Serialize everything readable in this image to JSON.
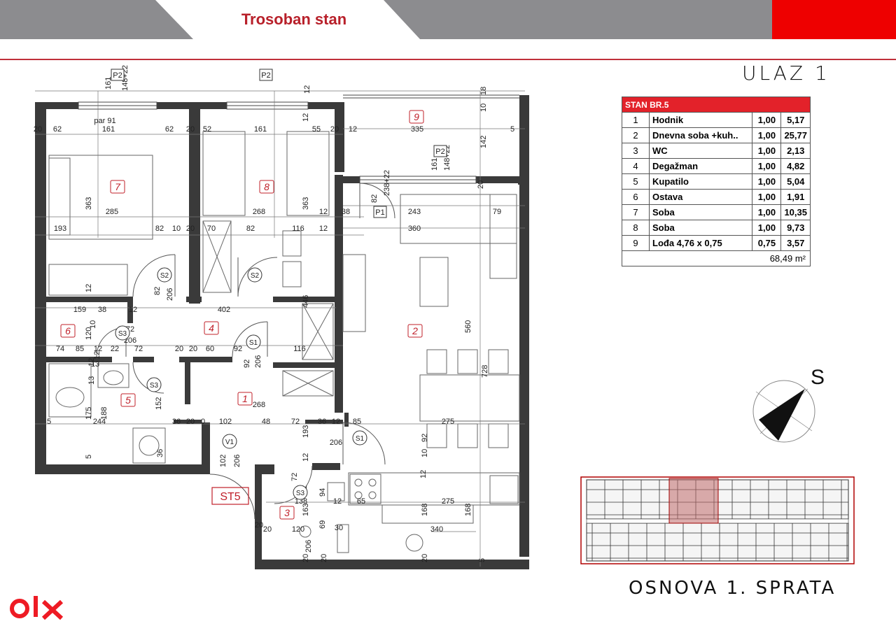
{
  "header": {
    "title": "Trosoban  stan"
  },
  "entrance": "ULAZ 1",
  "floor_title": "OSNOVA 1. SPRATA",
  "compass_label": "S",
  "logo": "olx",
  "colors": {
    "accent_red": "#ee0000",
    "header_gray": "#8c8c8f",
    "label_red": "#c0202a",
    "wall": "#333333"
  },
  "area_table": {
    "title": "STAN BR.5",
    "rows": [
      {
        "num": "1",
        "name": "Hodnik",
        "coef": "1,00",
        "area": "5,17"
      },
      {
        "num": "2",
        "name": "Dnevna soba +kuh..",
        "coef": "1,00",
        "area": "25,77"
      },
      {
        "num": "3",
        "name": "WC",
        "coef": "1,00",
        "area": "2,13"
      },
      {
        "num": "4",
        "name": "Degažman",
        "coef": "1,00",
        "area": "4,82"
      },
      {
        "num": "5",
        "name": "Kupatilo",
        "coef": "1,00",
        "area": "5,04"
      },
      {
        "num": "6",
        "name": "Ostava",
        "coef": "1,00",
        "area": "1,91"
      },
      {
        "num": "7",
        "name": "Soba",
        "coef": "1,00",
        "area": "10,35"
      },
      {
        "num": "8",
        "name": "Soba",
        "coef": "1,00",
        "area": "9,73"
      },
      {
        "num": "9",
        "name": "Lođa 4,76 x 0,75",
        "coef": "0,75",
        "area": "3,57"
      }
    ],
    "total": "68,49 m²"
  },
  "room_tags": [
    "7",
    "8",
    "9",
    "2",
    "4",
    "6",
    "5",
    "1",
    "3"
  ],
  "entry_tag": "ST5",
  "window_tags": [
    "P2",
    "P2",
    "P2",
    "P1"
  ],
  "door_tags": [
    "S2",
    "S2",
    "S3",
    "S1",
    "S3",
    "S1",
    "S3",
    "V1"
  ],
  "dimensions": [
    "161",
    "148+22",
    "par 91",
    "20",
    "62",
    "161",
    "62",
    "20",
    "52",
    "161",
    "55",
    "20",
    "12",
    "335",
    "5",
    "10",
    "18",
    "142",
    "12",
    "12",
    "238+22",
    "82",
    "148+22",
    "161",
    "20",
    "363",
    "285",
    "268",
    "363",
    "12",
    "38",
    "243",
    "79",
    "193",
    "82",
    "10",
    "20",
    "70",
    "82",
    "116",
    "12",
    "360",
    "12",
    "82",
    "206",
    "446",
    "159",
    "38",
    "12",
    "402",
    "120",
    "72",
    "206",
    "74",
    "85",
    "12",
    "22",
    "72",
    "20",
    "20",
    "60",
    "92",
    "92",
    "206",
    "116",
    "560",
    "728",
    "13",
    "12",
    "152",
    "188",
    "175",
    "244",
    "36",
    "20",
    "0",
    "102",
    "48",
    "72",
    "36",
    "12",
    "85",
    "268",
    "193",
    "275",
    "206",
    "92",
    "10",
    "5",
    "5",
    "36",
    "102",
    "206",
    "72",
    "138",
    "163",
    "94",
    "65",
    "275",
    "168",
    "168",
    "120",
    "69",
    "30",
    "340",
    "20",
    "20",
    "20",
    "20",
    "5",
    "20",
    "206",
    "12",
    "12",
    "12",
    "12",
    "13",
    "10",
    "12"
  ]
}
